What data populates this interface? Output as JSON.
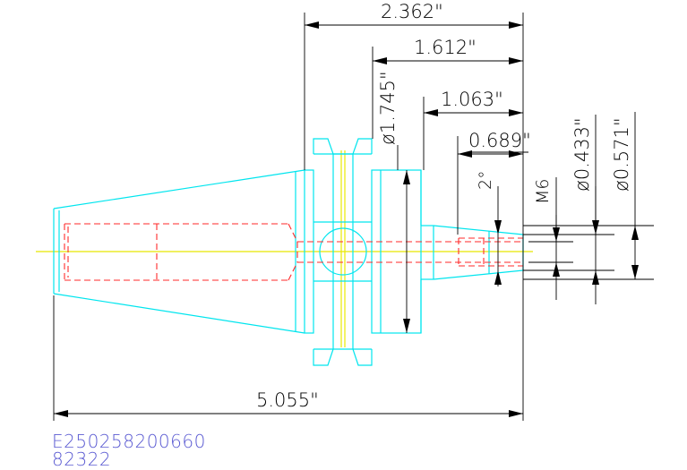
{
  "dimensions": {
    "overall_length": "5.055\"",
    "length_a": "2.362\"",
    "length_b": "1.612\"",
    "length_c": "1.063\"",
    "length_d": "0.689\"",
    "flange_diameter": "ø1.745\"",
    "bore_diameter": "ø0.433\"",
    "nose_diameter": "ø0.571\"",
    "thread": "M6",
    "angle": "2°"
  },
  "part": {
    "code": "E250258200660",
    "number": "82322"
  },
  "colors": {
    "body": "#00e5ee",
    "hidden": "#ff2a2a",
    "centerline": "#e8e800",
    "dimension": "#000000",
    "text": "#5a5ad2"
  }
}
